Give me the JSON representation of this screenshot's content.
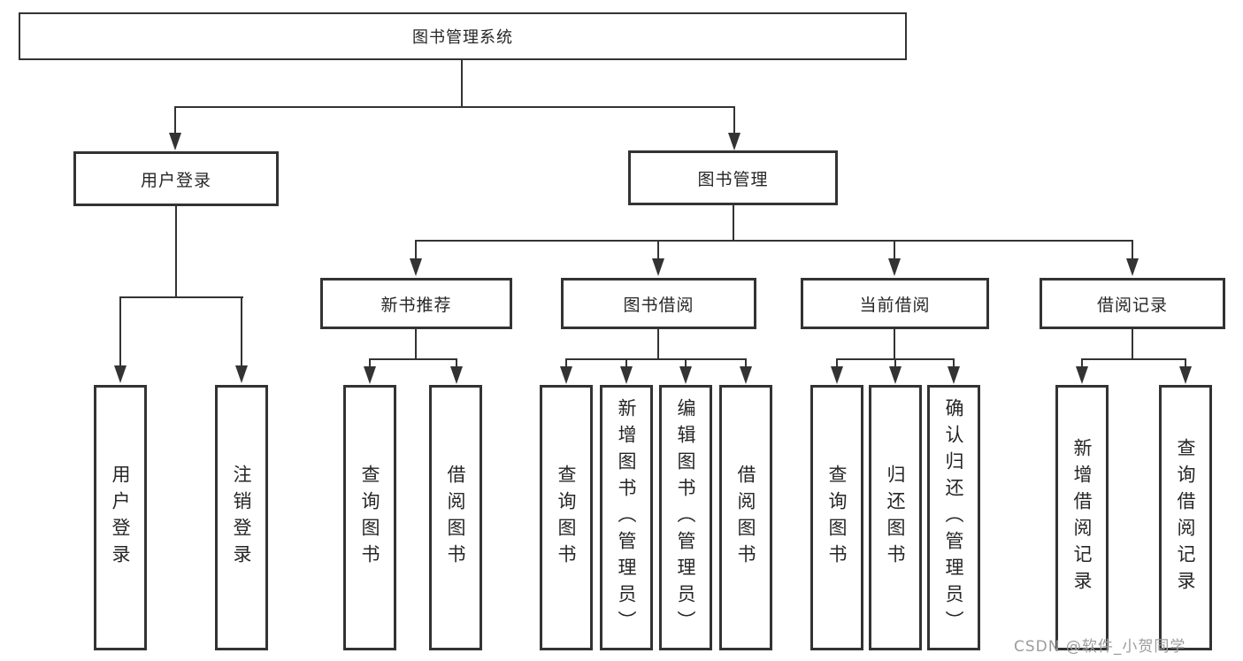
{
  "watermark": "CSDN @软件_小贺同学",
  "colors": {
    "line": "#333333",
    "text": "#262626",
    "watermark": "#9c9c9c",
    "background": "#ffffff"
  },
  "tree": {
    "root": {
      "label": "图书管理系统",
      "children": [
        {
          "label": "用户登录",
          "children": [
            {
              "label": "用户登录"
            },
            {
              "label": "注销登录"
            }
          ]
        },
        {
          "label": "图书管理",
          "children": [
            {
              "label": "新书推荐",
              "children": [
                {
                  "label": "查询图书"
                },
                {
                  "label": "借阅图书"
                }
              ]
            },
            {
              "label": "图书借阅",
              "children": [
                {
                  "label": "查询图书"
                },
                {
                  "label": "新增图书（管理员）"
                },
                {
                  "label": "编辑图书（管理员）"
                },
                {
                  "label": "借阅图书"
                }
              ]
            },
            {
              "label": "当前借阅",
              "children": [
                {
                  "label": "查询图书"
                },
                {
                  "label": "归还图书"
                },
                {
                  "label": "确认归还（管理员）"
                }
              ]
            },
            {
              "label": "借阅记录",
              "children": [
                {
                  "label": "新增借阅记录"
                },
                {
                  "label": "查询借阅记录"
                }
              ]
            }
          ]
        }
      ]
    }
  }
}
